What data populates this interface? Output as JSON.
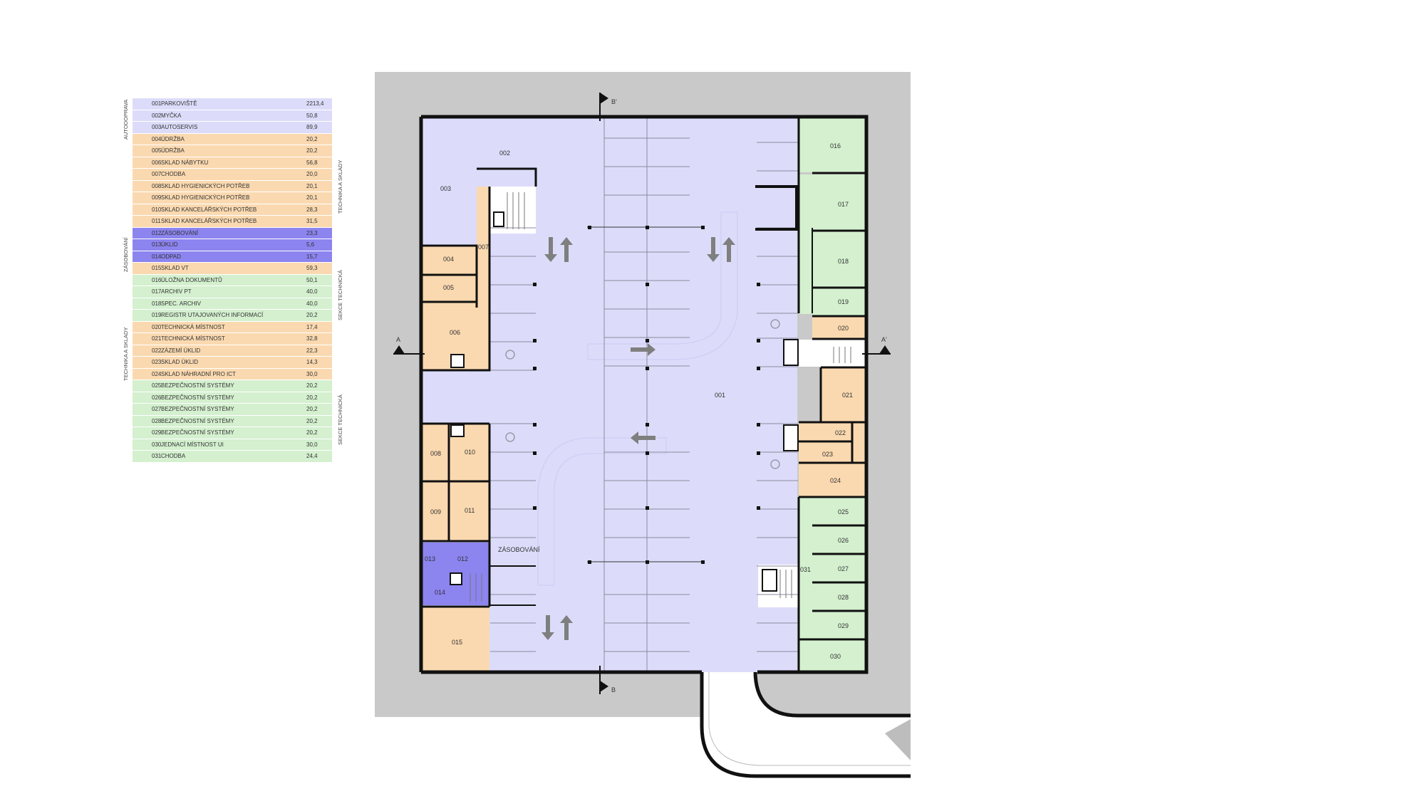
{
  "colors": {
    "parking": "#dcdcfa",
    "technical": "#fad9b0",
    "supply": "#8c84ef",
    "archive": "#d4f0cf",
    "surround": "#c9c9c9",
    "wall": "#111111"
  },
  "legend": {
    "groups": {
      "autodoprava": "AUTODOPRAVA",
      "technika_sklady_1": "TECHNIKA A SKLADY",
      "zasobovani": "ZÁSOBOVÁNÍ",
      "sekce_technicka_1": "SEKCE TECHNICKÁ",
      "technika_sklady_2": "TECHNIKA A SKLADY",
      "sekce_technicka_2": "SEKCE TECHNICKÁ"
    },
    "rows": [
      {
        "code": "001",
        "name": "PARKOVIŠTĚ",
        "area": "2213,4",
        "color": "#dcdcfa"
      },
      {
        "code": "002",
        "name": "MYČKA",
        "area": "50,8",
        "color": "#dcdcfa"
      },
      {
        "code": "003",
        "name": "AUTOSERVIS",
        "area": "89,9",
        "color": "#dcdcfa"
      },
      {
        "code": "004",
        "name": "ÚDRŽBA",
        "area": "20,2",
        "color": "#fad9b0"
      },
      {
        "code": "005",
        "name": "ÚDRŽBA",
        "area": "20,2",
        "color": "#fad9b0"
      },
      {
        "code": "006",
        "name": "SKLAD NÁBYTKU",
        "area": "56,8",
        "color": "#fad9b0"
      },
      {
        "code": "007",
        "name": "CHODBA",
        "area": "20,0",
        "color": "#fad9b0"
      },
      {
        "code": "008",
        "name": "SKLAD HYGIENICKÝCH POTŘEB",
        "area": "20,1",
        "color": "#fad9b0"
      },
      {
        "code": "009",
        "name": "SKLAD HYGIENICKÝCH POTŘEB",
        "area": "20,1",
        "color": "#fad9b0"
      },
      {
        "code": "010",
        "name": "SKLAD KANCELÁŘSKÝCH POTŘEB",
        "area": "28,3",
        "color": "#fad9b0"
      },
      {
        "code": "011",
        "name": "SKLAD KANCELÁŘSKÝCH POTŘEB",
        "area": "31,5",
        "color": "#fad9b0"
      },
      {
        "code": "012",
        "name": "ZÁSOBOVÁNÍ",
        "area": "23,3",
        "color": "#8c84ef"
      },
      {
        "code": "013",
        "name": "ÚKLID",
        "area": "5,6",
        "color": "#8c84ef"
      },
      {
        "code": "014",
        "name": "ODPAD",
        "area": "15,7",
        "color": "#8c84ef"
      },
      {
        "code": "015",
        "name": "SKLAD VT",
        "area": "59,3",
        "color": "#fad9b0"
      },
      {
        "code": "016",
        "name": "ÚLOŽNA DOKUMENTŮ",
        "area": "50,1",
        "color": "#d4f0cf"
      },
      {
        "code": "017",
        "name": "ARCHIV PT",
        "area": "40,0",
        "color": "#d4f0cf"
      },
      {
        "code": "018",
        "name": "SPEC. ARCHIV",
        "area": "40,0",
        "color": "#d4f0cf"
      },
      {
        "code": "019",
        "name": "REGISTR UTAJOVANÝCH INFORMACÍ",
        "area": "20,2",
        "color": "#d4f0cf"
      },
      {
        "code": "020",
        "name": "TECHNICKÁ MÍSTNOST",
        "area": "17,4",
        "color": "#fad9b0"
      },
      {
        "code": "021",
        "name": "TECHNICKÁ MÍSTNOST",
        "area": "32,8",
        "color": "#fad9b0"
      },
      {
        "code": "022",
        "name": "ZÁZEMÍ ÚKLID",
        "area": "22,3",
        "color": "#fad9b0"
      },
      {
        "code": "023",
        "name": "SKLAD ÚKLID",
        "area": "14,3",
        "color": "#fad9b0"
      },
      {
        "code": "024",
        "name": "SKLAD NÁHRADNÍ PRO ICT",
        "area": "30,0",
        "color": "#fad9b0"
      },
      {
        "code": "025",
        "name": "BEZPEČNOSTNÍ SYSTÉMY",
        "area": "20,2",
        "color": "#d4f0cf"
      },
      {
        "code": "026",
        "name": "BEZPEČNOSTNÍ SYSTÉMY",
        "area": "20,2",
        "color": "#d4f0cf"
      },
      {
        "code": "027",
        "name": "BEZPEČNOSTNÍ SYSTÉMY",
        "area": "20,2",
        "color": "#d4f0cf"
      },
      {
        "code": "028",
        "name": "BEZPEČNOSTNÍ SYSTÉMY",
        "area": "20,2",
        "color": "#d4f0cf"
      },
      {
        "code": "029",
        "name": "BEZPEČNOSTNÍ SYSTÉMY",
        "area": "20,2",
        "color": "#d4f0cf"
      },
      {
        "code": "030",
        "name": "JEDNACÍ MÍSTNOST UI",
        "area": "30,0",
        "color": "#d4f0cf"
      },
      {
        "code": "031",
        "name": "CHODBA",
        "area": "24,4",
        "color": "#d4f0cf"
      }
    ]
  },
  "plan": {
    "section_marks": {
      "a": "A",
      "a_prime": "A'",
      "b": "B",
      "b_prime": "B'"
    },
    "room_labels": {
      "r001": "001",
      "r002": "002",
      "r003": "003",
      "r004": "004",
      "r005": "005",
      "r006": "006",
      "r007": "007",
      "r008": "008",
      "r009": "009",
      "r010": "010",
      "r011": "011",
      "r012": "012",
      "r013": "013",
      "r014": "014",
      "r015": "015",
      "r016": "016",
      "r017": "017",
      "r018": "018",
      "r019": "019",
      "r020": "020",
      "r021": "021",
      "r022": "022",
      "r023": "023",
      "r024": "024",
      "r025": "025",
      "r026": "026",
      "r027": "027",
      "r028": "028",
      "r029": "029",
      "r030": "030",
      "r031": "031"
    },
    "zasobovani_label": "ZÁSOBOVÁNÍ"
  }
}
